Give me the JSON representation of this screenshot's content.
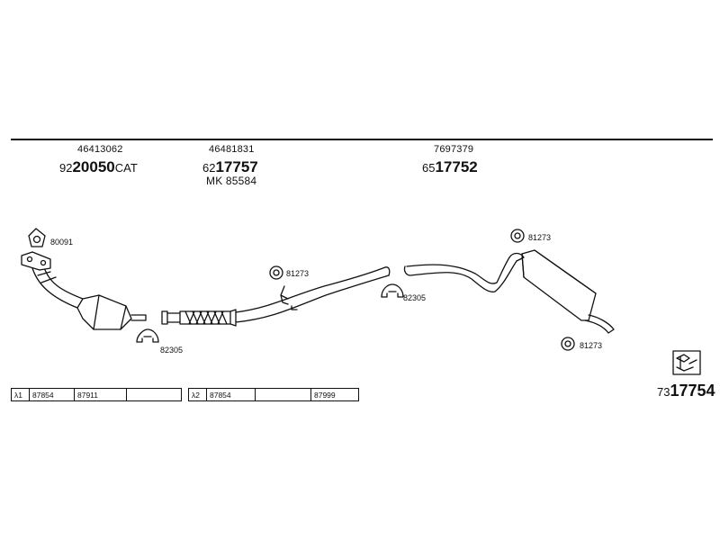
{
  "parts": [
    {
      "id": "front",
      "part_number": "46413062",
      "code_prefix": "92",
      "code_main": "20050",
      "code_suffix": "CAT"
    },
    {
      "id": "middle",
      "part_number": "46481831",
      "code_prefix": "62",
      "code_main": "17757",
      "code_suffix": "",
      "kit": "MK 85584"
    },
    {
      "id": "rear",
      "part_number": "7697379",
      "code_prefix": "65",
      "code_main": "17752",
      "code_suffix": ""
    }
  ],
  "callouts": {
    "gasket": "80091",
    "clamp_front": "82305",
    "clamp_mid": "82305",
    "hanger_mid": "81273",
    "hanger_rear_top": "81273",
    "hanger_rear_bottom": "81273"
  },
  "sensor_tables": [
    {
      "symbol": "λ1",
      "cells": [
        "87854",
        "87911",
        ""
      ]
    },
    {
      "symbol": "λ2",
      "cells": [
        "87854",
        "",
        "87999"
      ]
    }
  ],
  "kit_total": {
    "prefix": "73",
    "main": "17754"
  }
}
